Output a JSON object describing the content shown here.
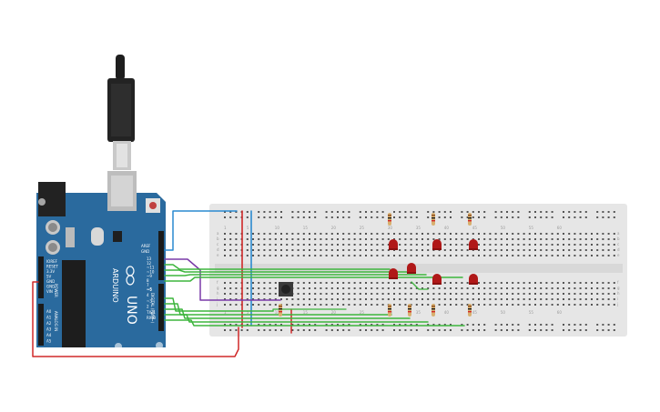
{
  "board": {
    "brand": "ARDUINO",
    "model": "UNO",
    "aref": "AREF",
    "gnd": "GND",
    "digital_pins": [
      "13",
      "12",
      "~11",
      "~10",
      "~9",
      "8",
      "7",
      "~6",
      "~5",
      "4",
      "~3",
      "2",
      "TX▸1",
      "RX◂0"
    ],
    "digital_label": "DIGITAL (PWM~)",
    "power_pins": [
      "IOREF",
      "RESET",
      "3.3V",
      "5V",
      "GND",
      "GND",
      "VIN"
    ],
    "power_label": "POWER",
    "analog_pins": [
      "A0",
      "A1",
      "A2",
      "A3",
      "A4",
      "A5"
    ],
    "analog_label": "ANALOG IN"
  },
  "breadboard": {
    "row_letters_top": [
      "a",
      "b",
      "c",
      "d",
      "e"
    ],
    "row_letters_bottom": [
      "f",
      "g",
      "h",
      "i",
      "j"
    ],
    "column_numbers": [
      "1",
      "5",
      "10",
      "15",
      "20",
      "25",
      "30",
      "35",
      "40",
      "45",
      "50",
      "55",
      "60"
    ]
  },
  "colors": {
    "board": "#2a6a9e",
    "breadboard": "#e6e6e6",
    "wire_green": "#3db53d",
    "wire_purple": "#7a3aa8",
    "wire_red": "#d02828",
    "wire_blue": "#2a8ad0",
    "led": "#b01818",
    "resistor": "#d8b070"
  }
}
